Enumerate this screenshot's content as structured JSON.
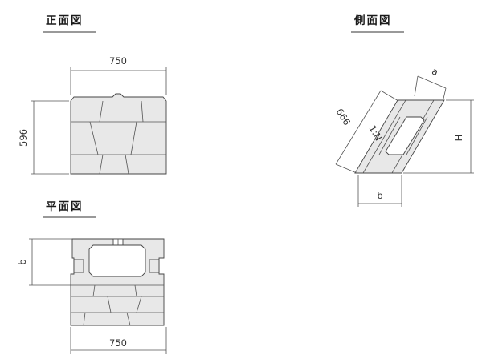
{
  "views": {
    "front": {
      "title": "正面図",
      "width_label": "750",
      "height_label": "596"
    },
    "side": {
      "title": "側面図",
      "length_label": "666",
      "slope_label": "1:N",
      "a_label": "a",
      "h_label": "H",
      "b_label": "b"
    },
    "plan": {
      "title": "平面図",
      "depth_label": "b",
      "width_label": "750"
    }
  }
}
